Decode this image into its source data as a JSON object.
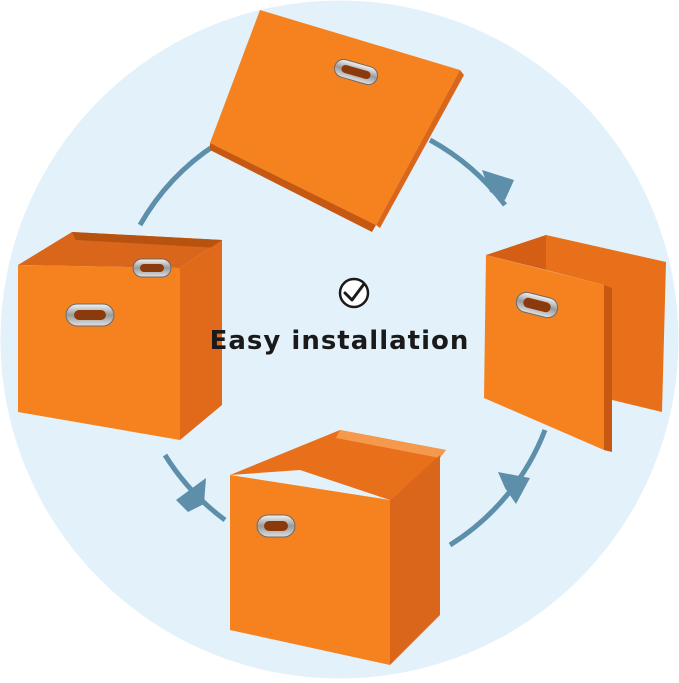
{
  "caption": "Easy installation",
  "icons": {
    "center_badge": "check-circle-icon",
    "cycle_arrows": "arrow-head-icon"
  },
  "colors": {
    "background_circle": "#e3f1fa",
    "arrow_ring": "#5d8fab",
    "box_orange": "#f5821f",
    "box_orange_dark": "#d9661a",
    "handle_metal": "#c8c8c8"
  },
  "steps": [
    {
      "name": "folded-flat"
    },
    {
      "name": "sides-unfolded"
    },
    {
      "name": "bottom-folding"
    },
    {
      "name": "fully-assembled"
    }
  ]
}
